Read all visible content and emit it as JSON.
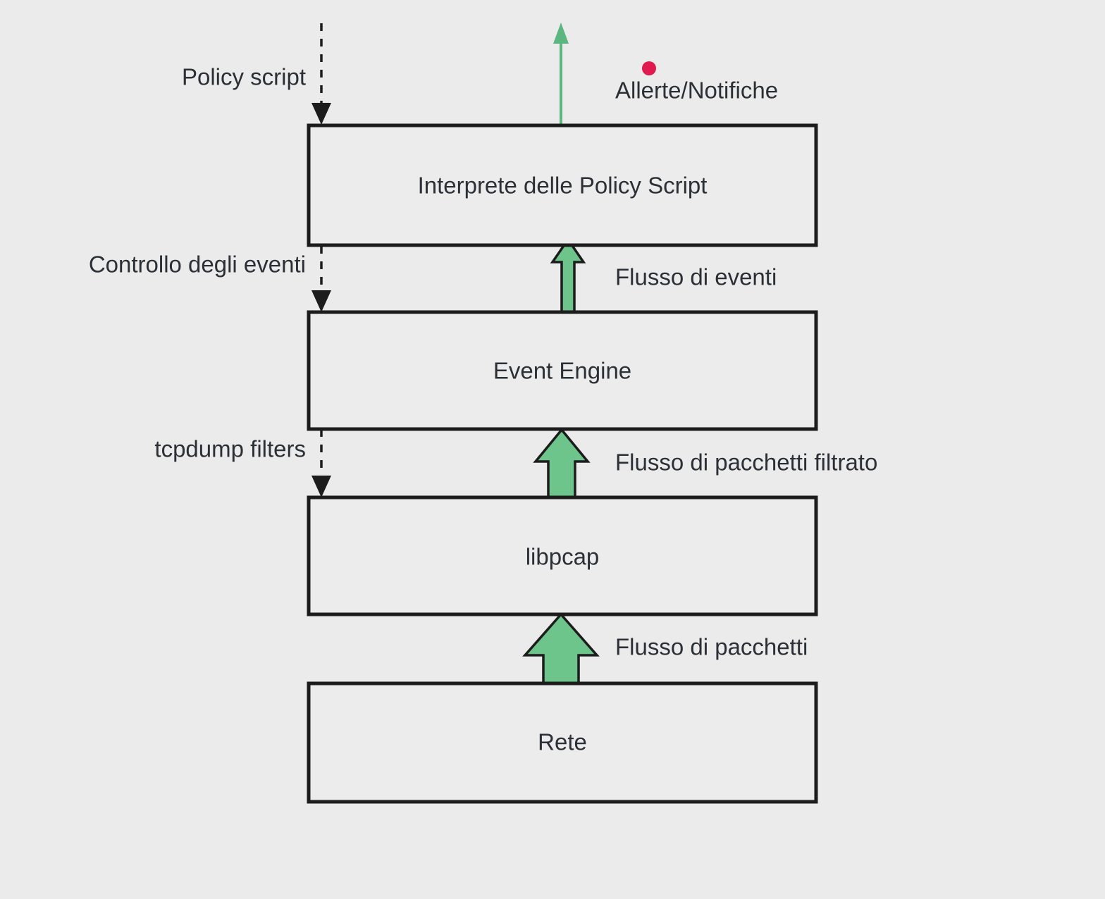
{
  "diagram": {
    "title": "Bro/Zeek architecture layers",
    "background_color": "#ebebeb",
    "accent_green": "#6dc58c",
    "alert_red": "#e01a4f",
    "stroke_color": "#1c1c1c",
    "boxes": [
      {
        "id": "policy-interpreter",
        "label": "Interprete delle Policy Script"
      },
      {
        "id": "event-engine",
        "label": "Event Engine"
      },
      {
        "id": "libpcap",
        "label": "libpcap"
      },
      {
        "id": "network",
        "label": "Rete"
      }
    ],
    "control_labels": [
      {
        "id": "policy-script",
        "label": "Policy script"
      },
      {
        "id": "event-control",
        "label": "Controllo degli eventi"
      },
      {
        "id": "tcpdump-filters",
        "label": "tcpdump filters"
      }
    ],
    "flow_labels": [
      {
        "id": "alerts",
        "label": "Allerte/Notifiche"
      },
      {
        "id": "event-flow",
        "label": "Flusso di eventi"
      },
      {
        "id": "filtered-packet-flow",
        "label": "Flusso di pacchetti filtrato"
      },
      {
        "id": "packet-flow",
        "label": "Flusso di pacchetti"
      }
    ]
  }
}
